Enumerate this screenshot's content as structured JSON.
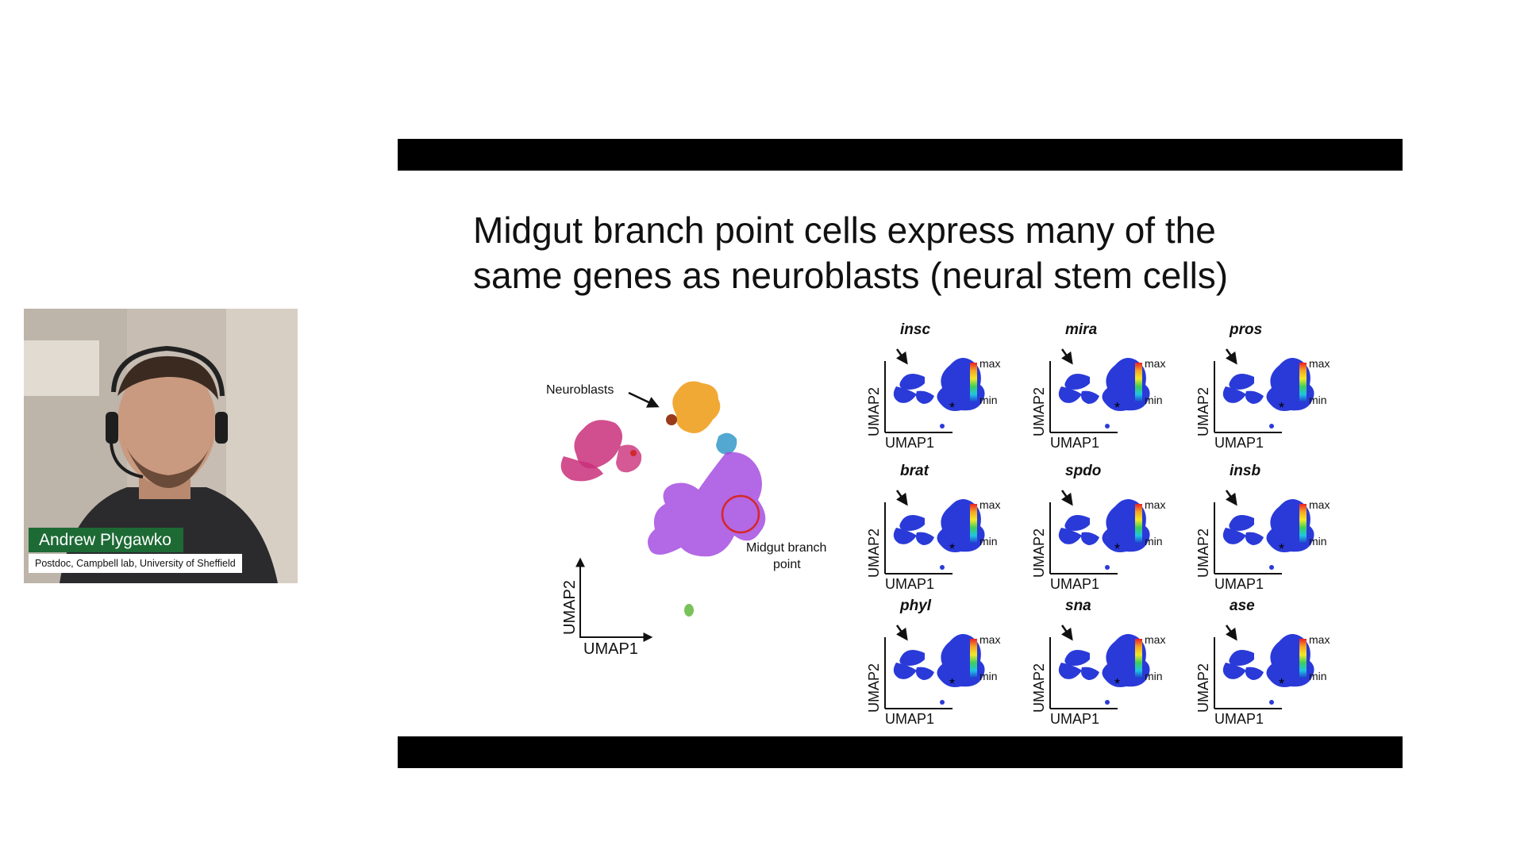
{
  "slide": {
    "title_line1": "Midgut branch point cells express many of the",
    "title_line2": "same genes as neuroblasts (neural stem cells)"
  },
  "speaker": {
    "name": "Andrew Plygawko",
    "affiliation": "Postdoc, Campbell lab, University of Sheffield"
  },
  "main_plot": {
    "label_neuroblasts": "Neuroblasts",
    "label_branch_line1": "Midgut branch",
    "label_branch_line2": "point",
    "x_axis": "UMAP1",
    "y_axis": "UMAP2",
    "colors": {
      "pink": "#c9307a",
      "orange": "#f0a020",
      "purple": "#a64de0",
      "teal": "#3f9ecc",
      "green": "#79c25a",
      "neuroblasts": "#9a3a1c",
      "highlight": "#d62728"
    }
  },
  "gene_panels": {
    "genes": [
      "insc",
      "mira",
      "pros",
      "brat",
      "spdo",
      "insb",
      "phyl",
      "sna",
      "ase"
    ],
    "x_axis": "UMAP1",
    "y_axis": "UMAP2",
    "scale_max": "max",
    "scale_min": "min",
    "marker": "*"
  }
}
